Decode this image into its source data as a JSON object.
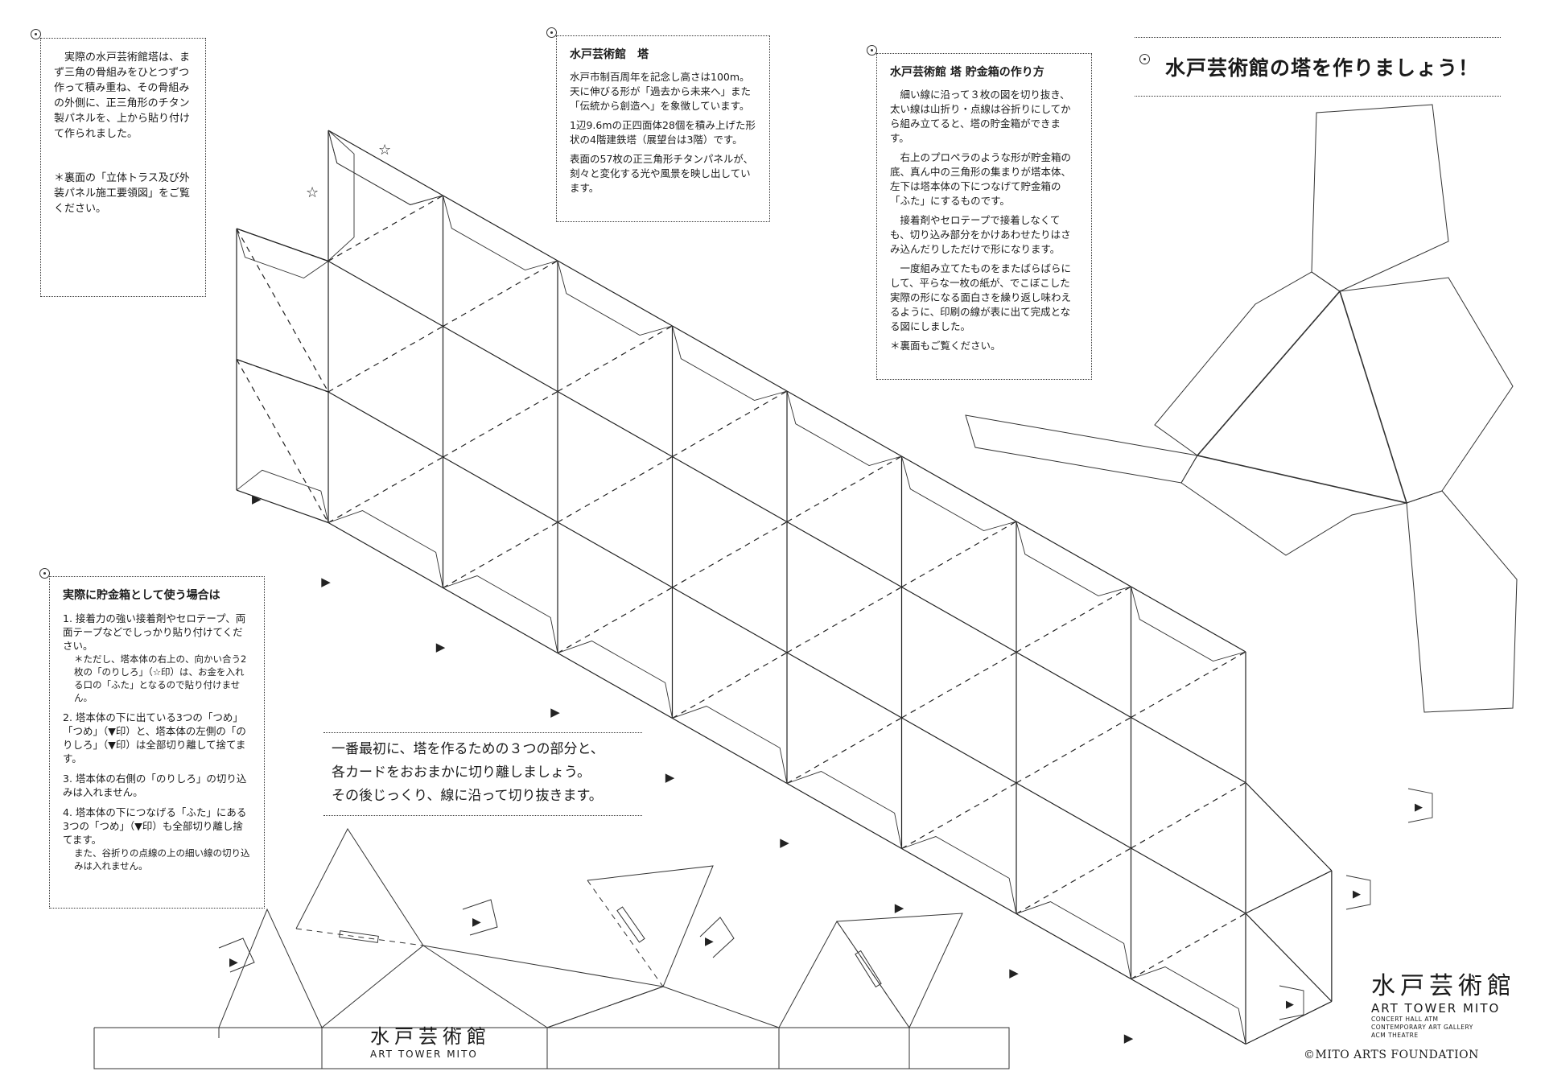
{
  "title": "水戸芸術館の塔を作りましょう！",
  "intro_box": {
    "paragraph": "　実際の水戸芸術館塔は、まず三角の骨組みをひとつずつ作って積み重ね、その骨組みの外側に、正三角形のチタン製パネルを、上から貼り付けて作られました。",
    "note": "＊裏面の「立体トラス及び外装パネル施工要領図」をご覧ください。"
  },
  "tower_box": {
    "heading": "水戸芸術館　塔",
    "p1": "水戸市制百周年を記念し高さは100m。天に伸びる形が「過去から未来へ」また「伝統から創造へ」を象徴しています。",
    "p2": "1辺9.6mの正四面体28個を積み上げた形状の4階建鉄塔（展望台は3階）です。",
    "p3": "表面の57枚の正三角形チタンパネルが、刻々と変化する光や風景を映し出しています。"
  },
  "howto_box": {
    "heading": "水戸芸術館 塔 貯金箱の作り方",
    "p1": "　細い線に沿って３枚の図を切り抜き、太い線は山折り・点線は谷折りにしてから組み立てると、塔の貯金箱ができます。",
    "p2": "　右上のプロペラのような形が貯金箱の底、真ん中の三角形の集まりが塔本体、左下は塔本体の下につなげて貯金箱の「ふた」にするものです。",
    "p3": "　接着剤やセロテープで接着しなくても、切り込み部分をかけあわせたりはさみ込んだりしただけで形になります。",
    "p4": "　一度組み立てたものをまたばらばらにして、平らな一枚の紙が、でこぼこした実際の形になる面白さを繰り返し味わえるように、印刷の線が表に出て完成となる図にしました。",
    "p5": "＊裏面もご覧ください。"
  },
  "bank_box": {
    "heading": "実際に貯金箱として使う場合は",
    "item1": "1. 接着力の強い接着剤やセロテープ、両面テープなどでしっかり貼り付けてください。",
    "item1_note": "＊ただし、塔本体の右上の、向かい合う2枚の「のりしろ」（☆印）は、お金を入れる口の「ふた」となるので貼り付けません。",
    "item2": "2. 塔本体の下に出ている3つの「つめ」「つめ」（▼印）と、塔本体の左側の「のりしろ」（▼印）は全部切り離して捨てます。",
    "item3": "3. 塔本体の右側の「のりしろ」の切り込みは入れません。",
    "item4": "4. 塔本体の下につなげる「ふた」にある3つの「つめ」（▼印）も全部切り離し捨てます。",
    "item4_note": "また、谷折りの点線の上の細い線の切り込みは入れません。"
  },
  "instruction": {
    "line1": "一番最初に、塔を作るための３つの部分と、",
    "line2": "各カードをおおまかに切り離しましょう。",
    "line3": "その後じっくり、線に沿って切り抜きます。"
  },
  "logo_main": {
    "kanji": "水戸芸術館",
    "english": "ART TOWER MITO",
    "line1": "CONCERT HALL ATM",
    "line2": "CONTEMPORARY ART GALLERY",
    "line3": "ACM THEATRE"
  },
  "logo_lid": {
    "kanji": "水戸芸術館",
    "english": "ART TOWER MITO"
  },
  "copyright": "©MITO ARTS FOUNDATION",
  "marks": {
    "star": "☆",
    "triangle": "▶"
  }
}
